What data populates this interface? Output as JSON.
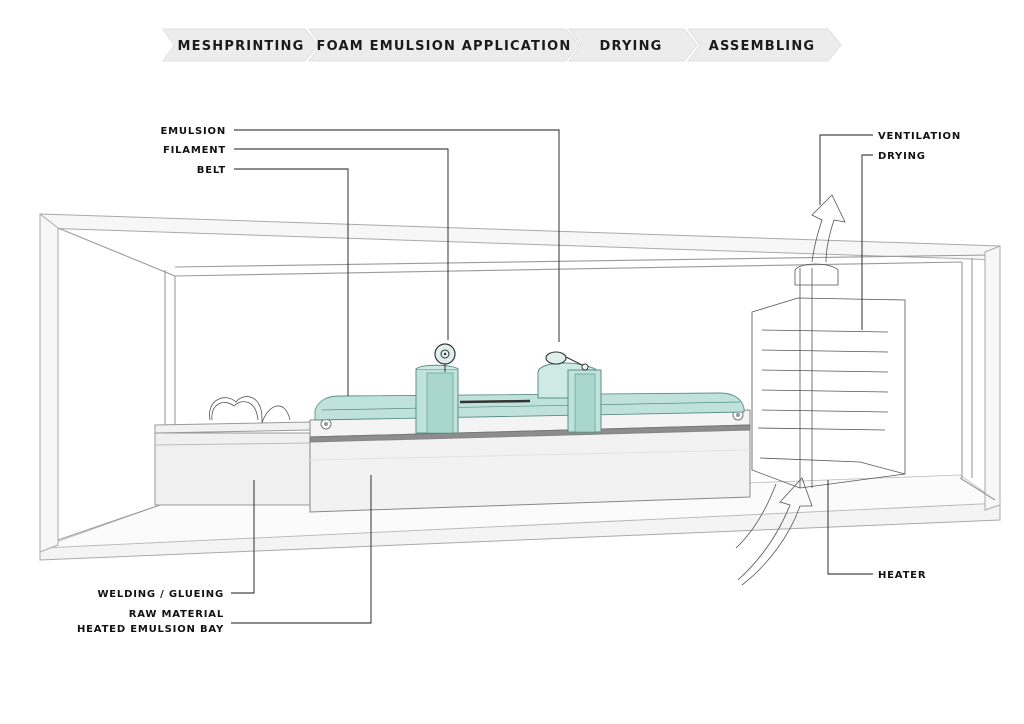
{
  "process_steps": [
    {
      "label": "MESHPRINTING"
    },
    {
      "label": "FOAM EMULSION APPLICATION"
    },
    {
      "label": "DRYING"
    },
    {
      "label": "ASSEMBLING"
    }
  ],
  "callouts": {
    "emulsion": "EMULSION",
    "filament": "FILAMENT",
    "belt": "BELT",
    "ventilation": "VENTILATION",
    "drying": "DRYING",
    "heater": "HEATER",
    "welding": "WELDING / GLUEING",
    "raw_material": "RAW MATERIAL",
    "heated_bay": "HEATED EMULSION BAY"
  },
  "colors": {
    "chevron_fill": "#ececec",
    "machine_teal": "#bfe3dc",
    "frame_line": "#9a9a9a"
  }
}
